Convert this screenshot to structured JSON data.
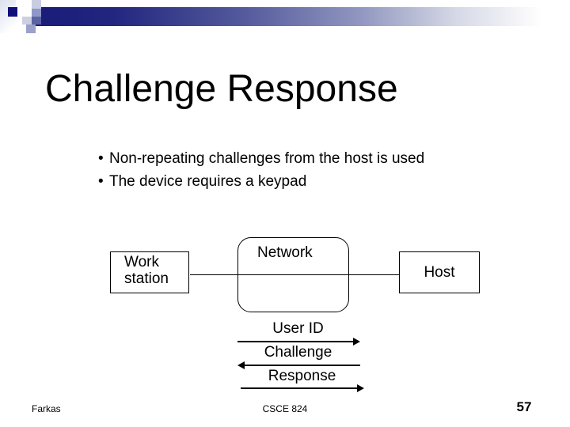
{
  "slide": {
    "title": "Challenge Response",
    "bullet_marker": "•",
    "bullets": [
      "Non-repeating challenges from the host is used",
      "The device requires a keypad"
    ],
    "diagram": {
      "workstation": {
        "line1": "Work",
        "line2": "station"
      },
      "network": "Network",
      "host": "Host",
      "messages": [
        {
          "label": "User ID",
          "direction": "right"
        },
        {
          "label": "Challenge",
          "direction": "left"
        },
        {
          "label": "Response",
          "direction": "right"
        }
      ]
    },
    "footer": {
      "author": "Farkas",
      "course": "CSCE 824",
      "page_number": "57"
    },
    "colors": {
      "text": "#000000",
      "background": "#ffffff",
      "line": "#000000",
      "bar-start": "#191c78",
      "bar-mid": "#555b9d",
      "bar-end": "#ffffff",
      "square-dark": "#10107c",
      "square-light": "#c9cde1",
      "square-medium": "#8f98c6",
      "square-light2": "#ccd0e2",
      "square-medium2": "#5c63a2",
      "square-medium3": "#9aa2ca",
      "strip-top": "#dde0ee"
    }
  }
}
